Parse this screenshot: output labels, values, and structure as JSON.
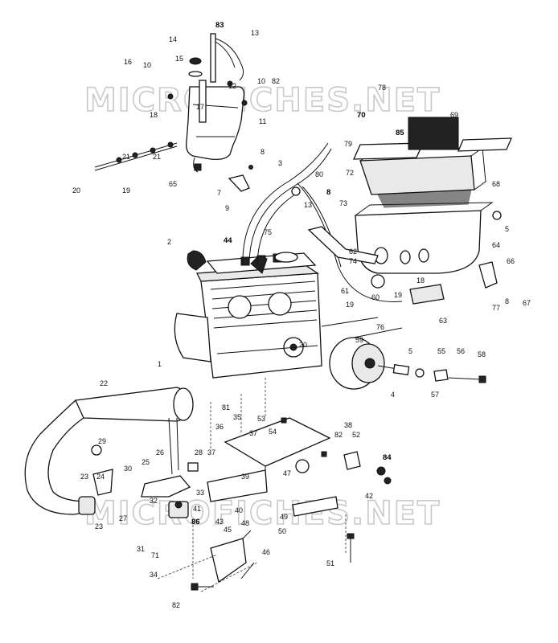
{
  "watermarks": [
    "MICROFICHES.NET",
    "MICROFICHES.NET"
  ],
  "callouts": [
    {
      "n": "83",
      "bold": true
    },
    {
      "n": "13"
    },
    {
      "n": "14"
    },
    {
      "n": "15"
    },
    {
      "n": "16"
    },
    {
      "n": "10"
    },
    {
      "n": "12"
    },
    {
      "n": "10"
    },
    {
      "n": "82"
    },
    {
      "n": "17"
    },
    {
      "n": "11"
    },
    {
      "n": "18"
    },
    {
      "n": "21"
    },
    {
      "n": "21"
    },
    {
      "n": "19"
    },
    {
      "n": "20"
    },
    {
      "n": "65"
    },
    {
      "n": "8"
    },
    {
      "n": "7"
    },
    {
      "n": "9"
    },
    {
      "n": "3"
    },
    {
      "n": "80"
    },
    {
      "n": "8",
      "bold": true
    },
    {
      "n": "72"
    },
    {
      "n": "73"
    },
    {
      "n": "13"
    },
    {
      "n": "78"
    },
    {
      "n": "70",
      "bold": true
    },
    {
      "n": "85",
      "bold": true
    },
    {
      "n": "69"
    },
    {
      "n": "79"
    },
    {
      "n": "68"
    },
    {
      "n": "5"
    },
    {
      "n": "64"
    },
    {
      "n": "66"
    },
    {
      "n": "67"
    },
    {
      "n": "8"
    },
    {
      "n": "77"
    },
    {
      "n": "2"
    },
    {
      "n": "44",
      "bold": true
    },
    {
      "n": "75"
    },
    {
      "n": "62"
    },
    {
      "n": "74"
    },
    {
      "n": "61"
    },
    {
      "n": "18"
    },
    {
      "n": "63"
    },
    {
      "n": "60"
    },
    {
      "n": "19"
    },
    {
      "n": "19"
    },
    {
      "n": "76"
    },
    {
      "n": "1"
    },
    {
      "n": "20"
    },
    {
      "n": "59"
    },
    {
      "n": "5"
    },
    {
      "n": "55"
    },
    {
      "n": "56"
    },
    {
      "n": "58"
    },
    {
      "n": "4"
    },
    {
      "n": "57"
    },
    {
      "n": "22"
    },
    {
      "n": "81"
    },
    {
      "n": "35"
    },
    {
      "n": "53"
    },
    {
      "n": "38"
    },
    {
      "n": "36"
    },
    {
      "n": "54"
    },
    {
      "n": "37"
    },
    {
      "n": "82"
    },
    {
      "n": "52"
    },
    {
      "n": "29"
    },
    {
      "n": "37"
    },
    {
      "n": "28"
    },
    {
      "n": "84",
      "bold": true
    },
    {
      "n": "23"
    },
    {
      "n": "24"
    },
    {
      "n": "26"
    },
    {
      "n": "25"
    },
    {
      "n": "30"
    },
    {
      "n": "39"
    },
    {
      "n": "47"
    },
    {
      "n": "42"
    },
    {
      "n": "27"
    },
    {
      "n": "33"
    },
    {
      "n": "32"
    },
    {
      "n": "41"
    },
    {
      "n": "40"
    },
    {
      "n": "49"
    },
    {
      "n": "23"
    },
    {
      "n": "86",
      "bold": true
    },
    {
      "n": "43"
    },
    {
      "n": "48"
    },
    {
      "n": "50"
    },
    {
      "n": "31"
    },
    {
      "n": "71"
    },
    {
      "n": "45"
    },
    {
      "n": "51"
    },
    {
      "n": "34"
    },
    {
      "n": "46"
    },
    {
      "n": "82"
    }
  ]
}
